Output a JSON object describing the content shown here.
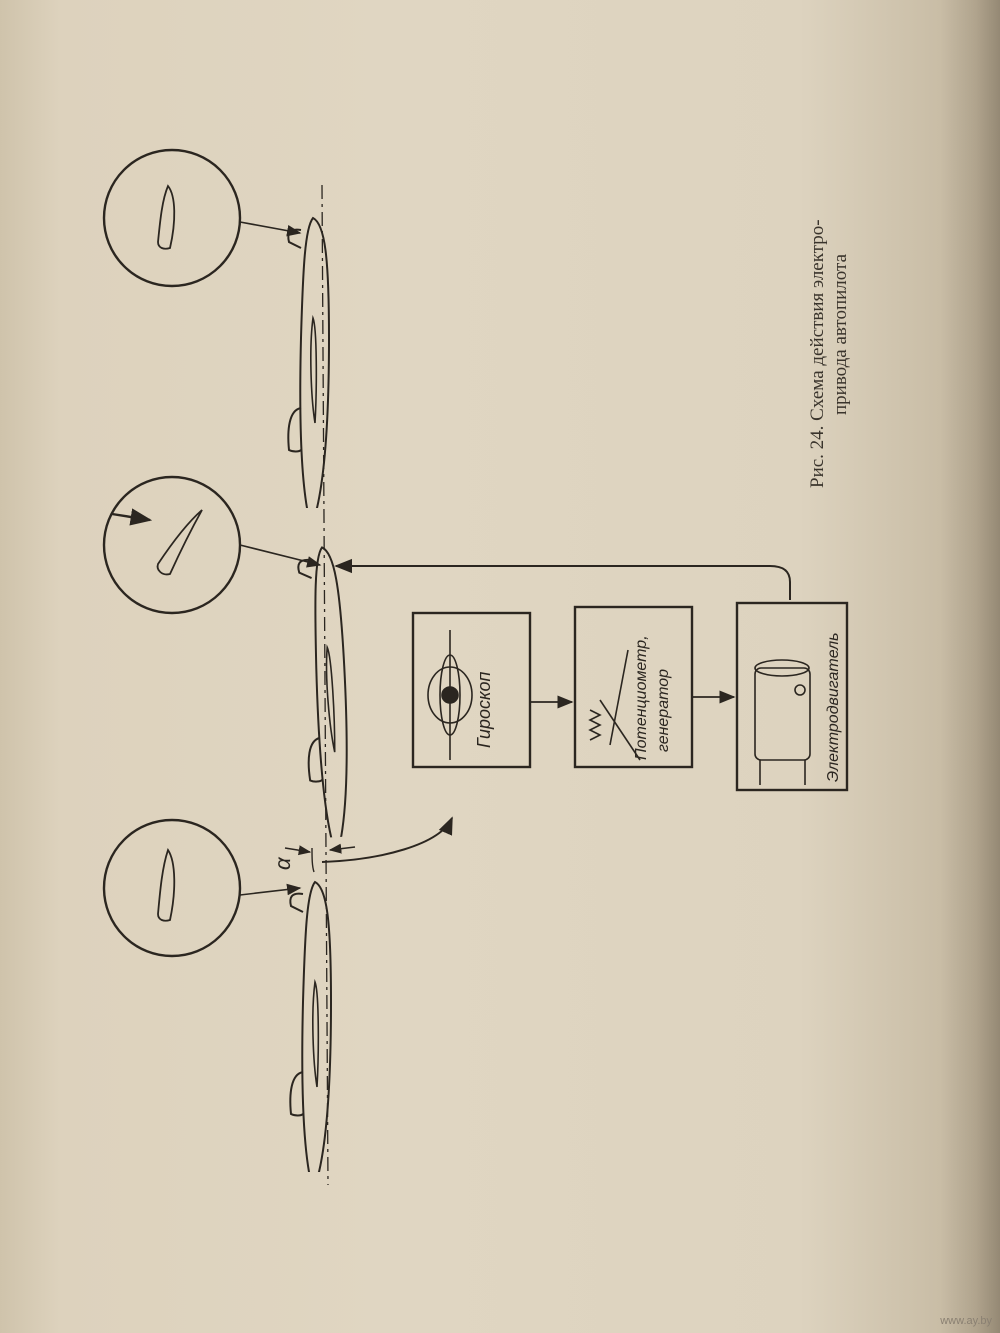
{
  "figure": {
    "caption_line1": "Рис. 24. Схема действия электро-",
    "caption_line2": "привода автопилота",
    "angle_symbol": "α"
  },
  "blocks": {
    "gyroscope": "Гироскоп",
    "potentiometer_line1": "Потенциометр,",
    "potentiometer_line2": "генератор",
    "motor": "Электродвигатель"
  },
  "watermark": "www.ay.by",
  "icons": [
    "aircraft-icon",
    "elevator-detail-icon",
    "gyroscope-icon",
    "potentiometer-icon",
    "motor-icon",
    "arrow-icon"
  ],
  "colors": {
    "ink": "#2b2620",
    "paper": "#e0d6c2"
  }
}
